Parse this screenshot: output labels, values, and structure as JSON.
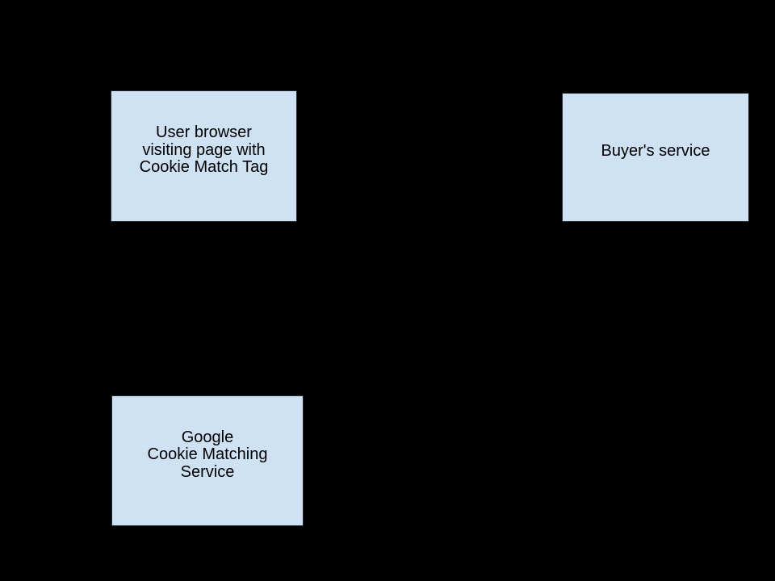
{
  "canvas": {
    "background_color": "#000000"
  },
  "nodes": [
    {
      "id": "user-browser",
      "lines": [
        "User browser",
        "visiting page with",
        "Cookie Match Tag"
      ],
      "fill_color": "#cfe2f3",
      "border_color": "#222a31",
      "text_color": "#000000"
    },
    {
      "id": "buyers-service",
      "lines": [
        "Buyer's service"
      ],
      "fill_color": "#cfe2f3",
      "border_color": "#222a31",
      "text_color": "#000000"
    },
    {
      "id": "google-cookie-matching-service",
      "lines": [
        "Google",
        "Cookie Matching",
        "Service"
      ],
      "fill_color": "#cfe2f3",
      "border_color": "#222a31",
      "text_color": "#000000"
    }
  ]
}
